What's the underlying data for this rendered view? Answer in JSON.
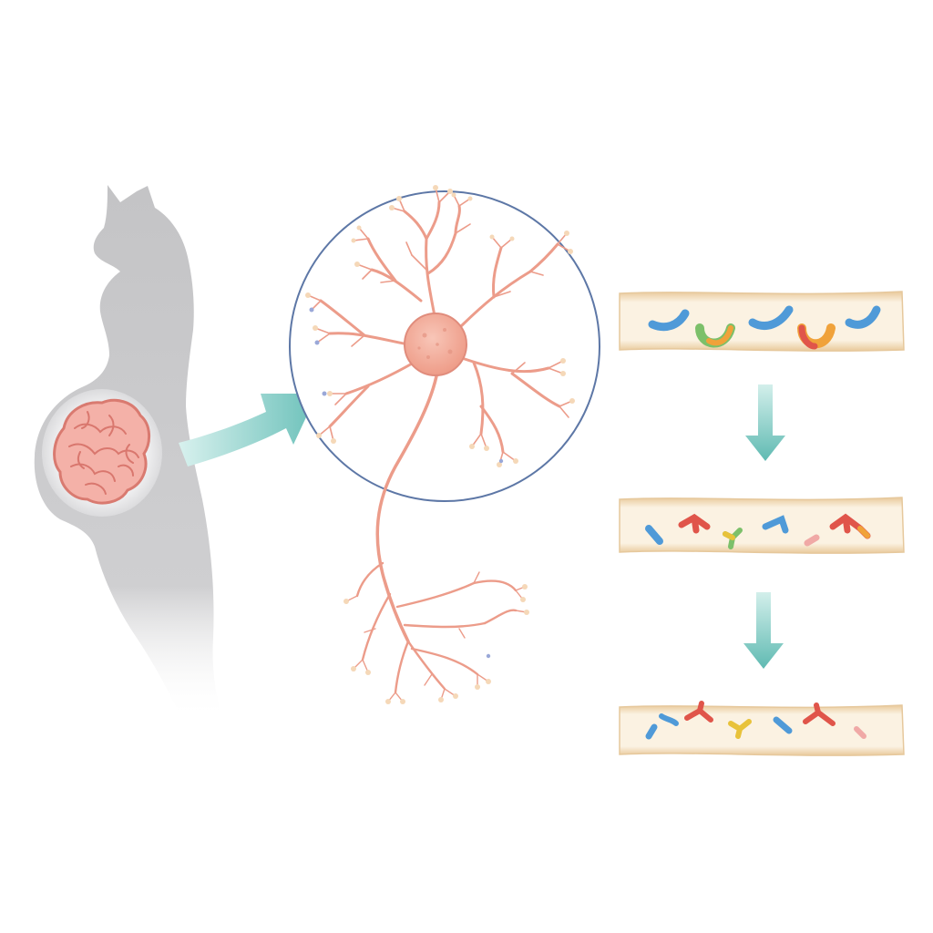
{
  "colors": {
    "background": "#ffffff",
    "silhouette": "#c9c9cb",
    "silhouette_light": "#e4e4e6",
    "brain_fill": "#f3b0a8",
    "brain_stroke": "#d9776e",
    "neuron_fill": "#f2a494",
    "neuron_stroke": "#e08c7c",
    "soma_fill": "#f4b3a4",
    "zoom_circle": "#5d77a6",
    "arrow_teal": "#6fc4bd",
    "arrow_teal_light": "#c8ece8",
    "strip_fill": "#f8ead6",
    "strip_edge": "#e6c89c",
    "molecule_blue": "#5aa6e0",
    "molecule_red": "#e0554a",
    "molecule_orange": "#f0a23a",
    "molecule_green": "#7cc06a",
    "molecule_yellow": "#e8c23a",
    "molecule_pink": "#f0a9a6"
  },
  "icons": {
    "figure": "pregnant-cat-silhouette-icon",
    "organ": "fetal-brain-icon",
    "transfer_arrow": "curved-arrow-icon",
    "cell": "neuron-icon",
    "flow_arrow": "down-arrow-icon"
  },
  "panels": {
    "strips": [
      {
        "id": "strip-1",
        "molecules": [
          {
            "shape": "hook",
            "color": "blue"
          },
          {
            "shape": "cup",
            "color": "multi-orange"
          },
          {
            "shape": "hook",
            "color": "blue"
          },
          {
            "shape": "cup",
            "color": "multi-red"
          },
          {
            "shape": "hook",
            "color": "blue"
          }
        ]
      },
      {
        "id": "strip-2",
        "molecules": [
          {
            "shape": "fragment",
            "color": "blue"
          },
          {
            "shape": "branch",
            "color": "red"
          },
          {
            "shape": "branch",
            "color": "green-yellow"
          },
          {
            "shape": "fragment",
            "color": "blue"
          },
          {
            "shape": "fragment",
            "color": "pink"
          },
          {
            "shape": "branch",
            "color": "red-orange"
          }
        ]
      },
      {
        "id": "strip-3",
        "molecules": [
          {
            "shape": "fragment",
            "color": "blue"
          },
          {
            "shape": "branch",
            "color": "red"
          },
          {
            "shape": "branch",
            "color": "yellow"
          },
          {
            "shape": "fragment",
            "color": "blue"
          },
          {
            "shape": "branch",
            "color": "red"
          },
          {
            "shape": "fragment",
            "color": "pink"
          }
        ]
      }
    ],
    "arrow_count": 2
  }
}
